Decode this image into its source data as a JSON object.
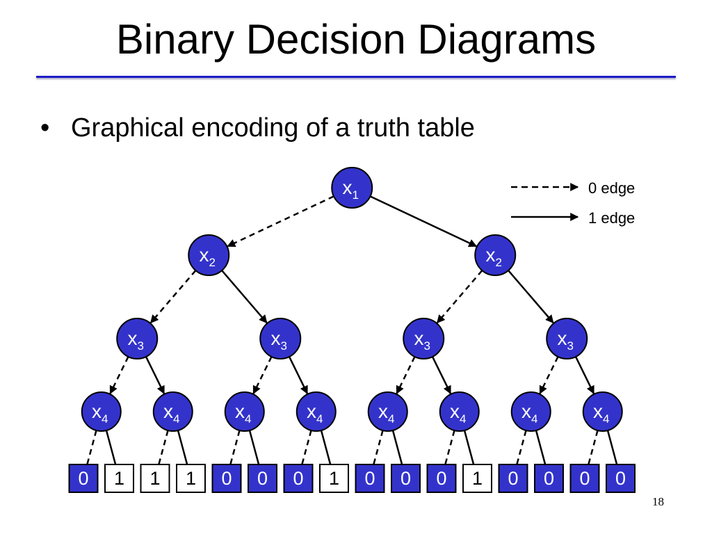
{
  "slide": {
    "title": "Binary Decision Diagrams",
    "bullet_marker": "•",
    "bullet_text": "Graphical encoding of a truth table",
    "page_number": "18"
  },
  "legend": {
    "zero_edge_label": "0 edge",
    "one_edge_label": "1 edge"
  },
  "colors": {
    "node_fill": "#3333cc",
    "terminal_zero_fill": "#3333cc",
    "terminal_one_fill": "#ffffff",
    "rule": "#1c1cc8"
  },
  "tree": {
    "levels": [
      {
        "variable": "x",
        "subscript": "1",
        "count": 1
      },
      {
        "variable": "x",
        "subscript": "2",
        "count": 2
      },
      {
        "variable": "x",
        "subscript": "3",
        "count": 4
      },
      {
        "variable": "x",
        "subscript": "4",
        "count": 8
      }
    ],
    "terminals": [
      "0",
      "1",
      "1",
      "1",
      "0",
      "0",
      "0",
      "1",
      "0",
      "0",
      "0",
      "1",
      "0",
      "0",
      "0",
      "0"
    ]
  }
}
